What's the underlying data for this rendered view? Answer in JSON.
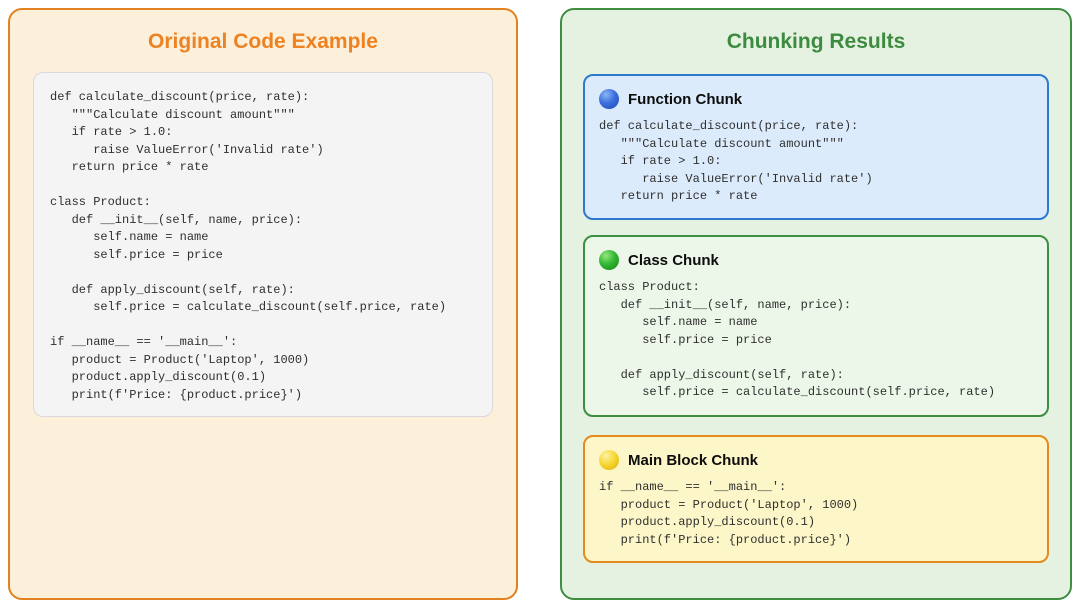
{
  "left_panel": {
    "title": "Original Code Example",
    "code": "def calculate_discount(price, rate):\n   \"\"\"Calculate discount amount\"\"\"\n   if rate > 1.0:\n      raise ValueError('Invalid rate')\n   return price * rate\n\nclass Product:\n   def __init__(self, name, price):\n      self.name = name\n      self.price = price\n\n   def apply_discount(self, rate):\n      self.price = calculate_discount(self.price, rate)\n\nif __name__ == '__main__':\n   product = Product('Laptop', 1000)\n   product.apply_discount(0.1)\n   print(f'Price: {product.price}')"
  },
  "right_panel": {
    "title": "Chunking Results",
    "chunks": [
      {
        "label": "Function Chunk",
        "icon": "blue-sphere-icon",
        "code": "def calculate_discount(price, rate):\n   \"\"\"Calculate discount amount\"\"\"\n   if rate > 1.0:\n      raise ValueError('Invalid rate')\n   return price * rate"
      },
      {
        "label": "Class Chunk",
        "icon": "green-sphere-icon",
        "code": "class Product:\n   def __init__(self, name, price):\n      self.name = name\n      self.price = price\n\n   def apply_discount(self, rate):\n      self.price = calculate_discount(self.price, rate)"
      },
      {
        "label": "Main Block Chunk",
        "icon": "yellow-sphere-icon",
        "code": "if __name__ == '__main__':\n   product = Product('Laptop', 1000)\n   product.apply_discount(0.1)\n   print(f'Price: {product.price}')"
      }
    ]
  },
  "colors": {
    "orange-accent": "#ed8222",
    "orange-border": "#e0821f",
    "cream-bg": "#fdf0da",
    "green-accent": "#3d8b40",
    "green-border": "#3e8e41",
    "light-green-bg": "#e6f2e1",
    "blue-border": "#2e79d0",
    "light-blue-bg": "#dcebfb",
    "class-chunk-bg": "#edf7e9",
    "yellow-border": "#e58a1f",
    "light-yellow-bg": "#fdf6c8",
    "code-bg": "#f4f4f5",
    "code-border": "#d9d9dd",
    "code-text": "#2f2f2f",
    "label-text": "#0d0d0d"
  }
}
